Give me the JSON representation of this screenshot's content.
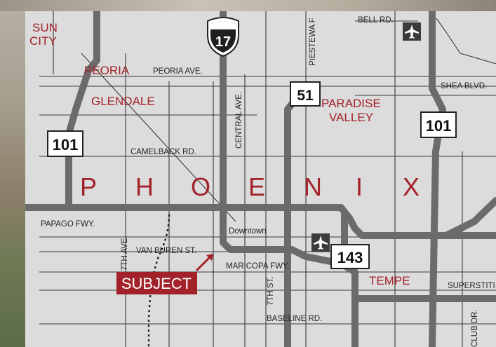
{
  "map": {
    "city_name": [
      "P",
      "H",
      "O",
      "E",
      "N",
      "I",
      "X"
    ],
    "places": {
      "sun_city_1": "SUN",
      "sun_city_2": "CITY",
      "peoria": "PEORIA",
      "glendale": "GLENDALE",
      "paradise_valley_1": "PARADISE",
      "paradise_valley_2": "VALLEY",
      "tempe": "TEMPE"
    },
    "streets": {
      "bell": "BELL RD.",
      "piestewa": "PIESTEWA F",
      "peoria_ave": "PEORIA AVE.",
      "shea": "SHEA BLVD.",
      "central": "CENTRAL AVE.",
      "camelback": "CAMELBACK RD.",
      "papago": "PAPAGO FWY.",
      "downtown": "Downtown",
      "van_buren": "VAN BUREN ST.",
      "seventh_ave": "7TH AVE.",
      "maricopa": "MARICOPA FWY.",
      "seventh_st": "7TH ST.",
      "baseline": "BASELINE RD.",
      "superstition": "SUPERSTITI",
      "club": "CLUB DR."
    },
    "shields": {
      "i17": "17",
      "sr51": "51",
      "loop101_west": "101",
      "loop101_east": "101",
      "sr143": "143"
    },
    "subject_label": "SUBJECT",
    "colors": {
      "map_background": "#dcdcdc",
      "highway": "#6b6b6b",
      "minor_road": "#3a3a3a",
      "accent_red": "#a3222a",
      "airport": "#3b3b3b"
    },
    "icons": [
      "airplane-icon",
      "interstate-shield-icon",
      "state-route-shield-icon"
    ]
  }
}
